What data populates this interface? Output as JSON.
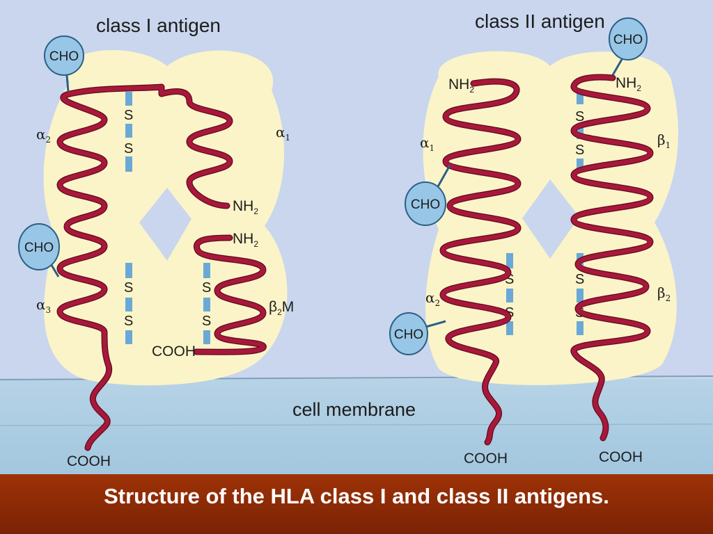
{
  "caption": "Structure of the HLA class I and class II antigens.",
  "class_I": {
    "title": "class I antigen",
    "cho": [
      "CHO",
      "CHO"
    ],
    "domains": {
      "alpha1": {
        "greek": "α",
        "sub": "1"
      },
      "alpha2": {
        "greek": "α",
        "sub": "2"
      },
      "alpha3": {
        "greek": "α",
        "sub": "3"
      },
      "b2m": {
        "main": "β",
        "sub": "2",
        "suffix": "M"
      }
    },
    "nh2_alpha1": {
      "main": "NH",
      "sub": "2"
    },
    "nh2_b2m": {
      "main": "NH",
      "sub": "2"
    },
    "cooh_b2m": "COOH",
    "cooh_tail": "COOH",
    "disulfide_top": [
      "S",
      "S"
    ],
    "disulfide_alpha3": [
      "S",
      "S"
    ],
    "disulfide_b2m": [
      "S",
      "S"
    ]
  },
  "class_II": {
    "title": "class II antigen",
    "cho": [
      "CHO",
      "CHO",
      "CHO"
    ],
    "domains": {
      "alpha1": {
        "greek": "α",
        "sub": "1"
      },
      "alpha2": {
        "greek": "α",
        "sub": "2"
      },
      "beta1": {
        "greek": "β",
        "sub": "1"
      },
      "beta2": {
        "greek": "β",
        "sub": "2"
      }
    },
    "nh2_alpha": {
      "main": "NH",
      "sub": "2"
    },
    "nh2_beta": {
      "main": "NH",
      "sub": "2"
    },
    "cooh_alpha": "COOH",
    "cooh_beta": "COOH",
    "disulfide_alpha2": [
      "S",
      "S"
    ],
    "disulfide_beta1": [
      "S",
      "S"
    ],
    "disulfide_beta2": [
      "S",
      "S"
    ]
  },
  "membrane_label": "cell membrane",
  "colors": {
    "background": "#c9d6ee",
    "membrane": "#a9cde3",
    "domain_fill": "#fbf4c8",
    "chain": "#a8183a",
    "cho": "#98c6e6",
    "caption_bar": "#8a2a06"
  }
}
